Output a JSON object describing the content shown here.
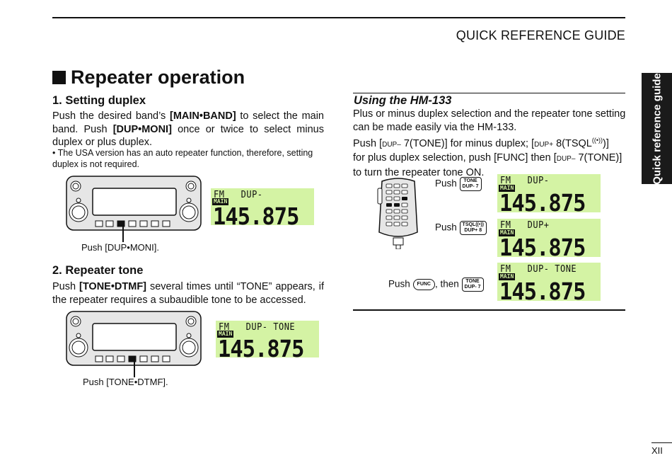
{
  "header": {
    "title": "QUICK REFERENCE GUIDE",
    "side_tab": "Quick reference guide"
  },
  "section": {
    "title": "Repeater operation"
  },
  "duplex": {
    "heading": "1. Setting duplex",
    "p1_a": "Push the desired band’s ",
    "p1_b": "[MAIN•BAND]",
    "p1_c": " to select the main band. Push ",
    "p1_d": "[DUP•MONI]",
    "p1_e": " once or twice to select minus duplex or plus duplex.",
    "note": "• The USA version has an auto repeater function, therefore, setting duplex is not required.",
    "caption": "Push [DUP•MONI].",
    "lcd": {
      "top": "FM   DUP-",
      "main": "MAIN",
      "freq": "145.875"
    }
  },
  "tone": {
    "heading": "2. Repeater tone",
    "p_a": "Push ",
    "p_b": "[TONE•DTMF]",
    "p_c": " several times until “TONE” appears, if the repeater requires a subaudible tone to be accessed.",
    "caption": "Push [TONE•DTMF].",
    "lcd": {
      "top": "FM   DUP- TONE",
      "main": "MAIN",
      "freq": "145.875"
    }
  },
  "hm133": {
    "heading": "Using the HM-133",
    "l1": "Plus or minus duplex selection and the repeater tone setting",
    "l2": "can be made easily via the HM-133.",
    "l3a": "Push [",
    "l3b": "DUP–",
    "l3c": " 7(TONE)] for minus duplex; [",
    "l3d": "DUP+",
    "l3e": " 8(TSQL",
    "l3f": "((•))",
    "l3g": ")]",
    "l4a": "for plus duplex selection, push [FUNC] then [",
    "l4b": "DUP–",
    "l4c": " 7(TONE)]",
    "l5": "to turn the repeater tone ON.",
    "push1": "Push",
    "push2": "Push",
    "push3a": "Push",
    "push3b": ", then",
    "key_tone_top": "TONE",
    "key_tone_bot": "DUP- 7",
    "key_tsql_top": "TSQL((•))",
    "key_tsql_bot": "DUP+ 8",
    "key_func": "FUNC",
    "lcd1": {
      "top": "FM   DUP-",
      "main": "MAIN",
      "freq": "145.875"
    },
    "lcd2": {
      "top": "FM   DUP+",
      "main": "MAIN",
      "freq": "145.875"
    },
    "lcd3": {
      "top": "FM   DUP- TONE",
      "main": "MAIN",
      "freq": "145.875"
    }
  },
  "footer": {
    "page": "XII"
  },
  "colors": {
    "lcd_bg": "#d4f3a4",
    "ink": "#111111"
  }
}
